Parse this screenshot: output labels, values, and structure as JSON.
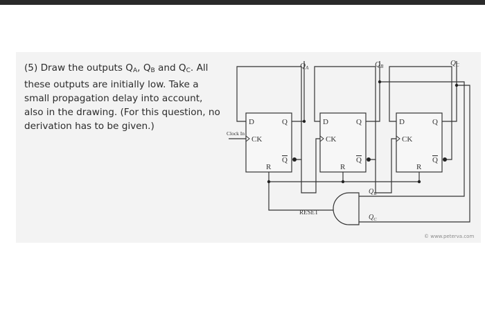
{
  "question": {
    "number": "(5)",
    "line_start": "Draw the outputs Q",
    "sub_a": "A",
    "sep1": ", Q",
    "sub_b": "B",
    "sep2": " and Q",
    "sub_c": "C",
    "line_end": ". All these outputs are initially low. Take a small propagation delay into account, also in the drawing. (For this question, no derivation has to be given.)"
  },
  "circuit": {
    "clock_label": "Clock In",
    "reset_label": "RESET",
    "flip_flops": [
      {
        "d": "D",
        "q": "Q",
        "ck": "CK",
        "qbar": "Q",
        "r": "R"
      },
      {
        "d": "D",
        "q": "Q",
        "ck": "CK",
        "qbar": "Q",
        "r": "R"
      },
      {
        "d": "D",
        "q": "Q",
        "ck": "CK",
        "qbar": "Q",
        "r": "R"
      }
    ],
    "outputs": [
      {
        "q": "Q",
        "sub": "A"
      },
      {
        "q": "Q",
        "sub": "B"
      },
      {
        "q": "Q",
        "sub": "C"
      }
    ],
    "gate_inputs": [
      {
        "q": "Q",
        "sub": "B"
      },
      {
        "q": "Q",
        "sub": "C"
      }
    ]
  },
  "watermark": "© www.peterva.com"
}
